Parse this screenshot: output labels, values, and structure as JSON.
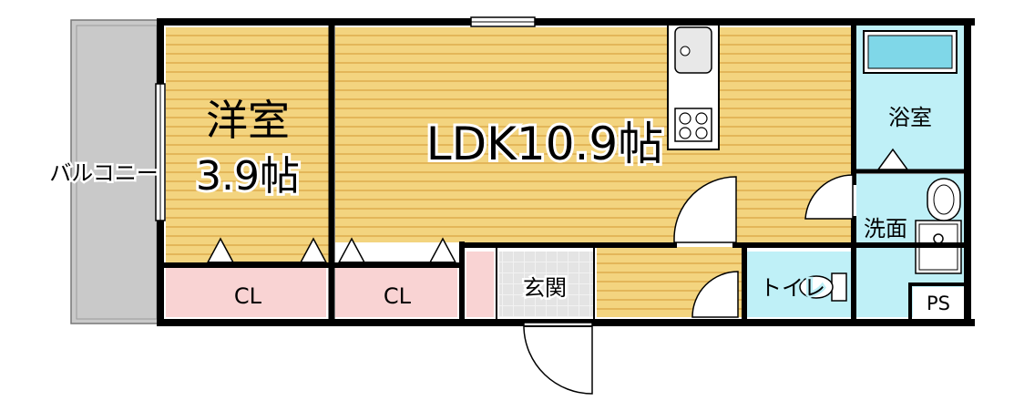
{
  "rooms": {
    "western_room": {
      "name": "洋室",
      "size": "3.9帖"
    },
    "ldk": {
      "label": "LDK10.9帖"
    },
    "closet_left": {
      "label": "CL"
    },
    "closet_right": {
      "label": "CL"
    },
    "entrance": {
      "label": "玄関"
    },
    "bathroom": {
      "label": "浴室"
    },
    "washroom": {
      "label": "洗面"
    },
    "toilet": {
      "label": "トイレ"
    },
    "pipe_space": {
      "label": "PS"
    }
  },
  "balcony": {
    "label": "バルコニー"
  },
  "colors": {
    "floor_wood": "#f3d47f",
    "floor_stripe": "#e3b659",
    "closet": "#f9d3d3",
    "wet_area": "#bff0f7",
    "balcony": "#c9c9c9",
    "wall": "#000000",
    "tile": "#e9e9e9"
  }
}
